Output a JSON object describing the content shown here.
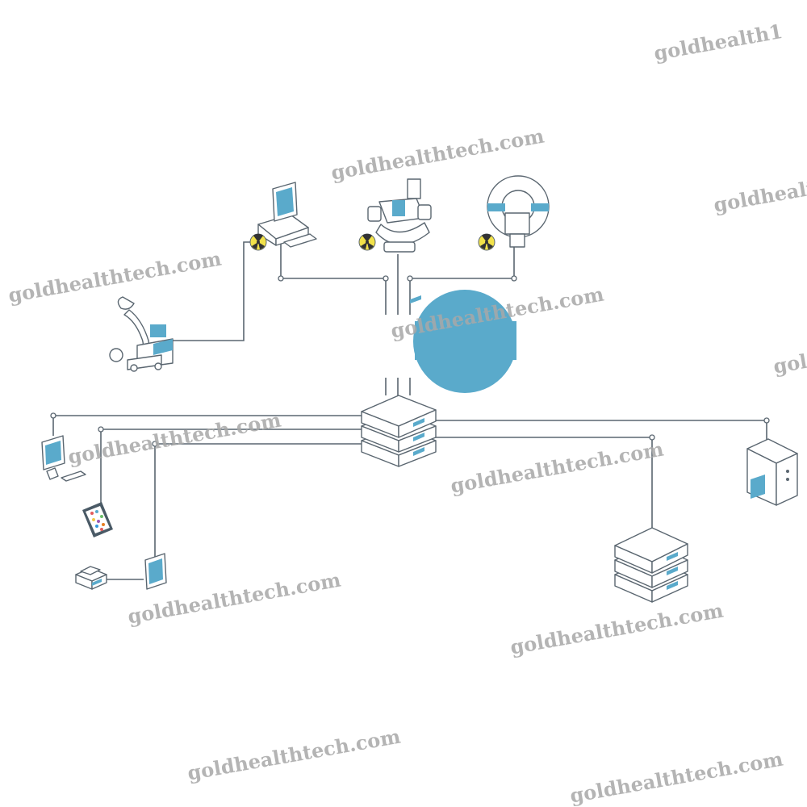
{
  "watermark": {
    "site": "goldhealthtech.com",
    "partial_top": "goldhealth1",
    "partial_right": "goldhealt",
    "partial_edge": "gold"
  },
  "colors": {
    "accent": "#5aaacb",
    "line": "#5a6670",
    "radiation": "#f2e24a",
    "watermark": "#a8a8a8"
  },
  "icons": [
    "workstation-icon",
    "xray-machine-icon",
    "mri-scanner-icon",
    "c-arm-icon",
    "radiation-icon",
    "server-stack-icon",
    "central-cloud-icon",
    "desktop-monitor-icon",
    "smartphone-icon",
    "printer-icon",
    "tablet-icon",
    "tower-server-icon"
  ]
}
